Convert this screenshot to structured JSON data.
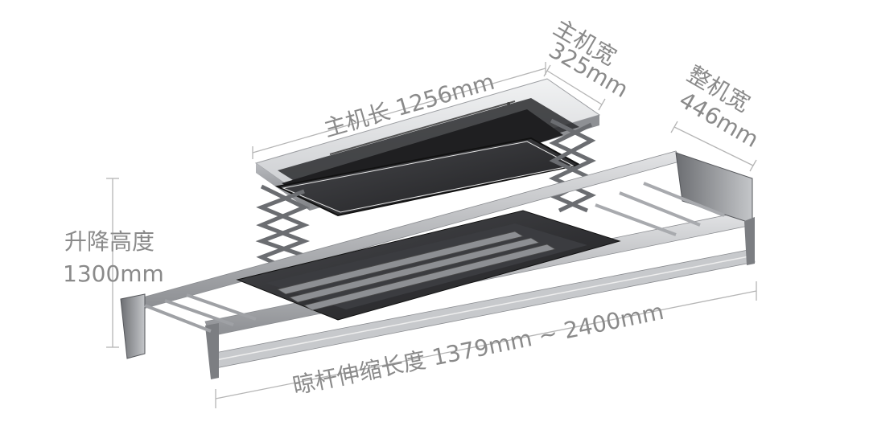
{
  "labels": {
    "host_length": "主机长 1256mm",
    "host_width_title": "主机宽",
    "host_width_value": "325mm",
    "total_width_title": "整机宽",
    "total_width_value": "446mm",
    "lift_height_title": "升降高度",
    "lift_height_value": "1300mm",
    "rod_length": "晾杆伸缩长度 1379mm ~ 2400mm"
  },
  "colors": {
    "text": "#8a8a8a",
    "dim_line": "#b5b5b5",
    "metal_light": "#d9dadc",
    "metal_mid": "#a7a9ad",
    "metal_dark": "#3a3b3e",
    "panel_black": "#1c1c1e"
  }
}
